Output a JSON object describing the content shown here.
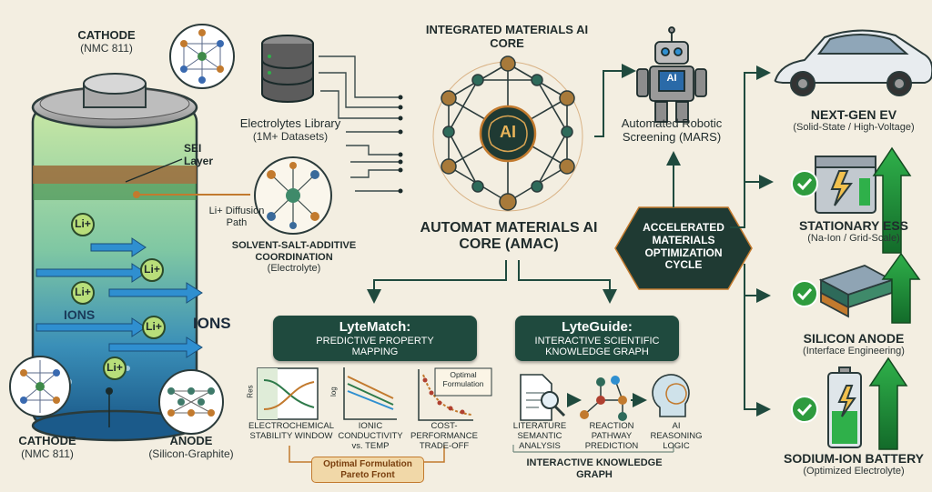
{
  "battery": {
    "cathode_top": {
      "title": "CATHODE",
      "sub": "(NMC 811)"
    },
    "cathode_bottom": {
      "title": "CATHODE",
      "sub": "(NMC 811)"
    },
    "anode": {
      "title": "ANODE",
      "sub": "(Silicon-Graphite)"
    },
    "sei_layer": "SEI Layer",
    "li_diffusion": "Li+ Diffusion Path",
    "ions_inside": "IONS",
    "ions_outside": "IONS",
    "li_ion": "Li+"
  },
  "library": {
    "title": "Electrolytes Library",
    "sub": "(1M+ Datasets)"
  },
  "coordination": {
    "title": "SOLVENT-SALT-ADDITIVE COORDINATION",
    "sub": "(Electrolyte)"
  },
  "core": {
    "top_title": "INTEGRATED MATERIALS AI CORE",
    "ai_label": "AI",
    "main_title": "AUTOMAT MATERIALS AI CORE (AMAC)"
  },
  "robot": {
    "screen": "AI",
    "title": "Automated Robotic Screening (MARS)"
  },
  "cycle": "ACCELERATED MATERIALS OPTIMIZATION CYCLE",
  "lytematch": {
    "title": "LyteMatch:",
    "sub": "PREDICTIVE PROPERTY MAPPING",
    "plots": [
      {
        "label": "ELECTROCHEMICAL STABILITY WINDOW",
        "axis": "Res"
      },
      {
        "label": "IONIC CONDUCTIVITY vs. TEMP",
        "axis": "log"
      },
      {
        "label": "COST-PERFORMANCE TRADE-OFF",
        "annotation": "Optimal Formulation"
      }
    ],
    "pareto": "Optimal Formulation Pareto Front"
  },
  "lyteguide": {
    "title": "LyteGuide:",
    "sub": "INTERACTIVE SCIENTIFIC KNOWLEDGE GRAPH",
    "items": [
      {
        "label": "LITERATURE SEMANTIC ANALYSIS"
      },
      {
        "label": "REACTION PATHWAY PREDICTION"
      },
      {
        "label": "AI REASONING LOGIC"
      }
    ],
    "footer": "INTERACTIVE KNOWLEDGE GRAPH"
  },
  "applications": [
    {
      "title": "NEXT-GEN EV",
      "sub": "(Solid-State / High-Voltage)"
    },
    {
      "title": "STATIONARY ESS",
      "sub": "(Na-Ion / Grid-Scale)"
    },
    {
      "title": "SILICON ANODE",
      "sub": "(Interface Engineering)"
    },
    {
      "title": "SODIUM-ION BATTERY",
      "sub": "(Optimized Electrolyte)"
    }
  ],
  "colors": {
    "dark_green": "#1f4a3e",
    "orange": "#c27a2e",
    "arrow_blue": "#2f8fd0",
    "check_green": "#2e9b3e",
    "background": "#f3eee1"
  }
}
